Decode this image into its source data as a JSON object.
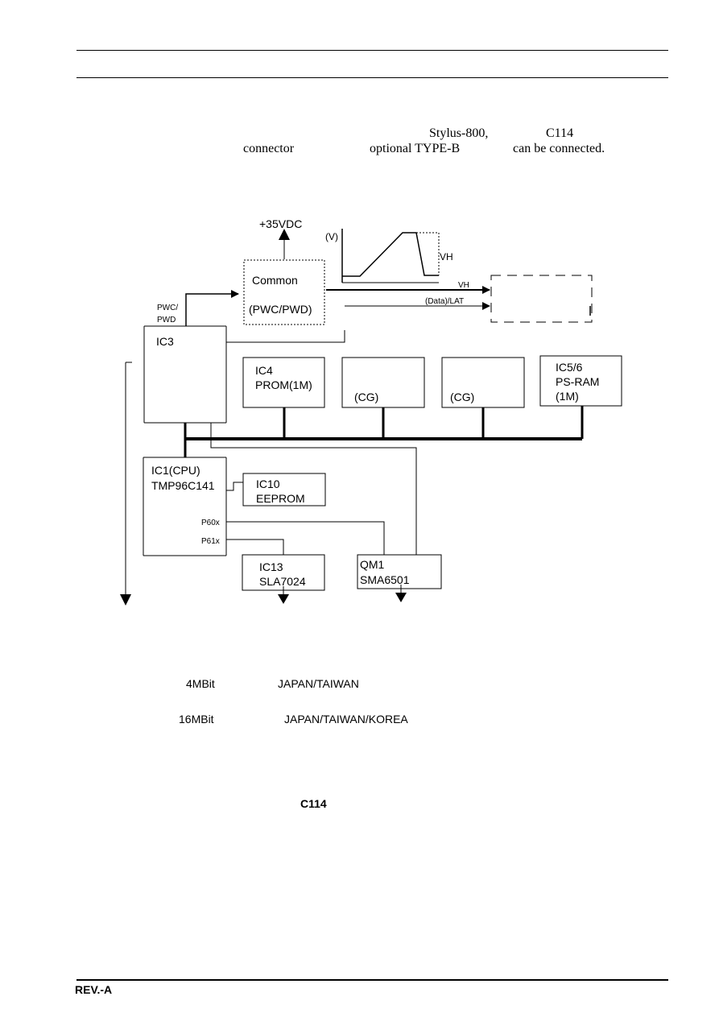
{
  "intro": {
    "stylus": "Stylus-800,",
    "board": "C114",
    "connector": "connector",
    "optional": "optional TYPE-B",
    "connected": "can be connected."
  },
  "diagram": {
    "supply": "+35VDC",
    "v_axis": "(V)",
    "vh_wave": "VH",
    "common_title": "Common",
    "common_sub": "(PWC/PWD)",
    "pwc": "PWC/",
    "pwd": "PWD",
    "vh_line": "VH",
    "data_lat": "(Data)/LAT",
    "ic3": "IC3",
    "ic4_name": "IC4",
    "ic4_desc": "PROM(1M)",
    "cg1": "(CG)",
    "cg2": "(CG)",
    "ic56_name": "IC5/6",
    "ic56_desc": "PS-RAM",
    "ic56_size": "(1M)",
    "ic1_name": "IC1(CPU)",
    "ic1_desc": "TMP96C141",
    "ic10_name": "IC10",
    "ic10_desc": "EEPROM",
    "p60": "P60x",
    "p61": "P61x",
    "ic13_name": "IC13",
    "ic13_desc": "SLA7024",
    "qm1_name": "QM1",
    "qm1_desc": "SMA6501"
  },
  "notes": {
    "row1_size": "4MBit",
    "row1_region": "JAPAN/TAIWAN",
    "row2_size": "16MBit",
    "row2_region": "JAPAN/TAIWAN/KOREA",
    "board_ref": "C114"
  },
  "footer": {
    "revision": "REV.-A"
  }
}
